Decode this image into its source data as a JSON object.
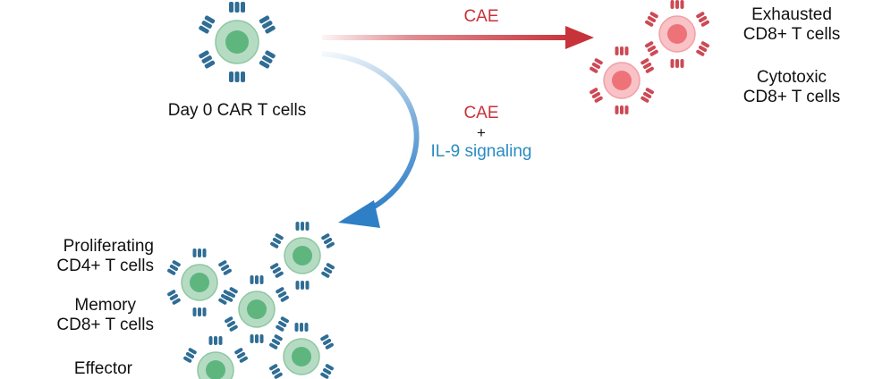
{
  "start": {
    "label": "Day 0 CAR T cells"
  },
  "pathways": {
    "top": {
      "label": "CAE",
      "color": "#c8323a"
    },
    "bottom": {
      "line1": "CAE",
      "plus": "+",
      "line2": "IL-9 signaling",
      "color_line1": "#c8323a",
      "color_line2": "#2a8bc3",
      "arrow_color": "#2f7fc6"
    }
  },
  "outcomes": {
    "cae_only": {
      "exhausted": [
        "Exhausted",
        "CD8+ T cells"
      ],
      "cytotoxic": [
        "Cytotoxic",
        "CD8+ T cells"
      ]
    },
    "cae_il9": {
      "proliferating": [
        "Proliferating",
        "CD4+ T cells"
      ],
      "memory": [
        "Memory",
        "CD8+ T cells"
      ],
      "effector": [
        "Effector"
      ]
    }
  },
  "colors": {
    "green_cell_outer": "#b5dcc3",
    "green_cell_inner": "#5fb57e",
    "red_cell_outer": "#f8c2c6",
    "red_cell_inner": "#ee7379",
    "receptor_blue": "#2f6d95",
    "receptor_red": "#cc4a55"
  }
}
